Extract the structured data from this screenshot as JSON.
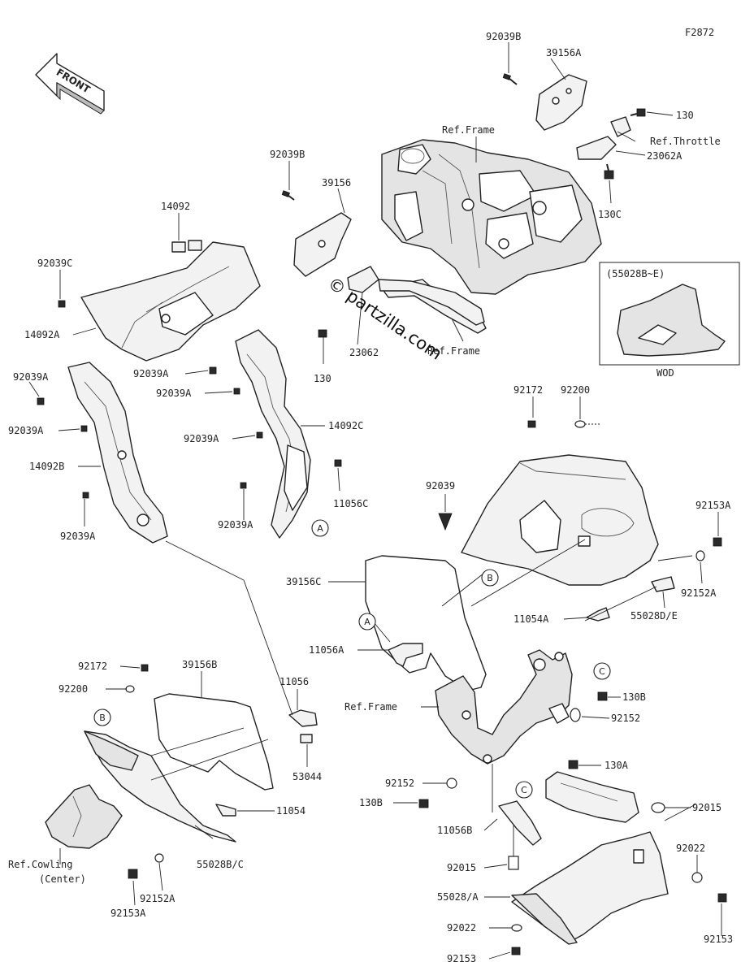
{
  "figure_code": "F2872",
  "front_label": "FRONT",
  "watermark": "© partzilla.com",
  "inset": {
    "title": "(55028B~E)",
    "caption": "WOD"
  },
  "labels": {
    "p92039B_top": "92039B",
    "p39156A": "39156A",
    "p130_top": "130",
    "ref_frame_top": "Ref.Frame",
    "ref_throttle": "Ref.Throttle",
    "p23062A": "23062A",
    "p130C": "130C",
    "p92039B_mid": "92039B",
    "p39156": "39156",
    "p14092": "14092",
    "p92039C": "92039C",
    "p14092A": "14092A",
    "p92039A_1": "92039A",
    "p92039A_2": "92039A",
    "p92039A_3": "92039A",
    "p92039A_4": "92039A",
    "p92039A_5": "92039A",
    "p92039A_6": "92039A",
    "p92039A_7": "92039A",
    "p130_mid": "130",
    "p23062": "23062",
    "ref_frame_mid": "Ref.Frame",
    "p14092B": "14092B",
    "p14092C": "14092C",
    "p11056C": "11056C",
    "p92172_top": "92172",
    "p92200_top": "92200",
    "p92039": "92039",
    "p92153A_right": "92153A",
    "p92152A_right": "92152A",
    "p39156C": "39156C",
    "p11054A": "11054A",
    "p55028DE": "55028D/E",
    "p11056A": "11056A",
    "p92172_low": "92172",
    "p92200_low": "92200",
    "p39156B": "39156B",
    "p11056": "11056",
    "p53044": "53044",
    "p11054": "11054",
    "ref_cowling": "Ref.Cowling",
    "center": "(Center)",
    "p55028BC": "55028B/C",
    "p92152A_low": "92152A",
    "p92153A_low": "92153A",
    "ref_frame_low": "Ref.Frame",
    "p130B_top": "130B",
    "p92152_a": "92152",
    "p92152_b": "92152",
    "p130B_left": "130B",
    "p130A": "130A",
    "p92015_right": "92015",
    "p11056B": "11056B",
    "p92015_left": "92015",
    "p92022_right": "92022",
    "p55028A": "55028/A",
    "p92153_right": "92153",
    "p92022_left": "92022",
    "p92153_bottom": "92153"
  },
  "callouts": {
    "a1": "A",
    "a2": "A",
    "b1": "B",
    "b2": "B",
    "c1": "C",
    "c2": "C"
  }
}
